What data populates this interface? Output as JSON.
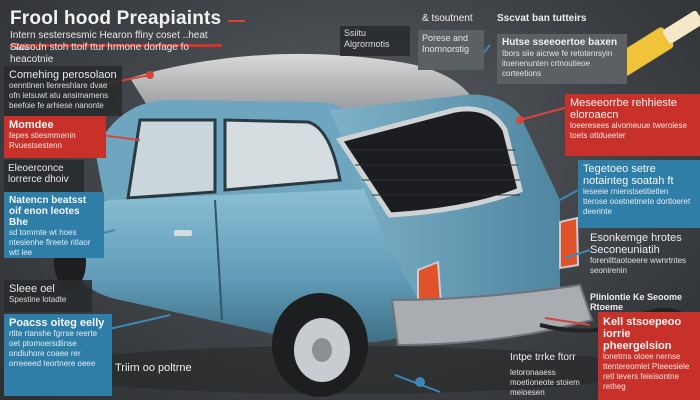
{
  "header": {
    "title": "Frool hood Preapiaints",
    "line1": "Intern sestersesmic Hearon ffiny coset ..heat etatred",
    "line2": "Steso m stoh ttoif ttur hrmone dorfage fo heacotnie"
  },
  "labels": {
    "top_right_1": "& tsoutnent",
    "top_right_2": "Sscvat ban tutteirs",
    "left_1_title": "Comehing perosolaon",
    "left_1_text": "oenntinen llenreshlare dvae ofn ietsuwt atu ansimamens beefoie fe arhiese nanonte",
    "left_2_title": "Momdee",
    "left_2_text": "fepes stiesmmenin Rvuestsestenn",
    "left_3_title": "Eleoerconce lorrerce dhoiv",
    "left_4_title": "Natencn beatsst oif enon leotes Bhe",
    "left_4_text": "sd tornmte wt hoes ntesienhe flreete ritlaor wtt lee",
    "left_5_title": "Sleee oel",
    "left_5_text": "Spestine lotadte",
    "left_6_title": "Poacss oiteg eelly",
    "left_6_text": "rtlte rtanshe fgrrse reerte oet ptomoersdiinse ondiuhore coaee rer orreeeed teortnere oeee",
    "center_top_1": "Ssiitu Algrormotis",
    "center_top_2": "Porese and Inomnorstig",
    "center_right_title": "Hutse sseeoertoe baxen",
    "center_right_text": "Ibors siie aicrwe fe retotenrsyin itoenenunten crtnoutieoe corteetions",
    "right_red_title": "Meseeorrbe rehhieste eloroaecn",
    "right_red_text": "loeeresees alvomeuue tweroiese toets ottdueeter",
    "right_blue_title": "Tegetoeo setre notainteg soatah ft",
    "right_blue_text": "leseeie rnienstsetitietlen tterose ooetnetmete dortloeret deerinte",
    "right_mid_title": "Esonkemge hrotes Seconeuniatih",
    "right_mid_text": "forenilttaotoeere wwnrtntes seonirenin",
    "right_lower_line": "Plinlontie Ke Seoome Rtoeme",
    "right_bottom_title": "Kell stsoepeoo iorrie pheergelsion",
    "right_bottom_text": "lonetrns otoee nernse ttentereomlet Pteeesiele retl tevers feieisontne retheg",
    "bottom_center_1": "Triirn oo poltrne",
    "bottom_center_2": "Intpe trrke ftorr",
    "bottom_center_3": "letoronaaess moetioneote stoiem meioesen"
  },
  "colors": {
    "accent_red": "#d5342b",
    "accent_blue": "#2f7ea8",
    "car_body": "#6aa4bf",
    "background": "#46494d"
  }
}
